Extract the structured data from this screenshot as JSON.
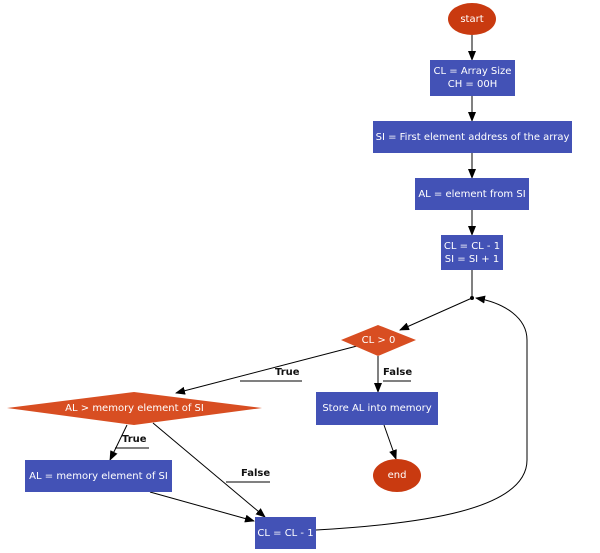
{
  "colors": {
    "process": "#4352b6",
    "decision": "#d84e22",
    "terminal": "#c93a10"
  },
  "nodes": {
    "start": "start",
    "init": [
      "CL = Array Size",
      "CH = 00H"
    ],
    "si_init": "SI = First element address of the array",
    "load": "AL = element from SI",
    "dec_inc": [
      "CL = CL - 1",
      "SI = SI + 1"
    ],
    "cond_cl": "CL > 0",
    "cond_al": "AL > memory element of SI",
    "store": "Store AL into memory",
    "end": "end",
    "assign": "AL = memory element of SI",
    "dec": "CL = CL - 1"
  },
  "edge_labels": {
    "cl_true": "True",
    "cl_false": "False",
    "al_true": "True",
    "al_false": "False"
  }
}
